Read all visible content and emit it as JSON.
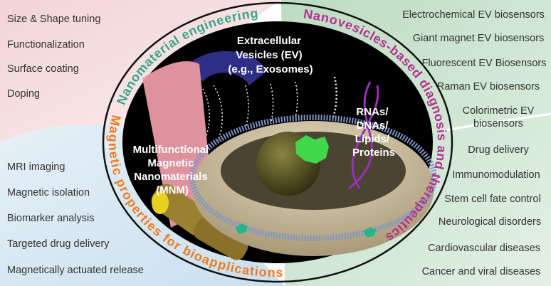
{
  "colors": {
    "nanomaterial_engineering": "#3aa58a",
    "nanovesicles_diagnosis": "#b4318f",
    "magnetic_properties": "#f07a20",
    "bg_pink": "#f5dcdc",
    "bg_blue": "#d3e6f2",
    "bg_green": "#c6e1cb"
  },
  "center": {
    "ev_label": [
      "Extracellular",
      "Vesicles (EV)",
      "(e.g., Exosomes)"
    ],
    "cargo_label": [
      "RNAs/",
      "DNAs/",
      "Lipids/",
      "Proteins"
    ],
    "mnm_label": [
      "Multifunctional",
      "Magnetic",
      "Nanomaterials",
      "(MNM)"
    ]
  },
  "ring": {
    "top": "Nanomaterial engineering",
    "right": "Nanovesicles-based diagnosis and therapeutics",
    "left": "Magnetic properties for bioapplications"
  },
  "left_top_items": [
    "Size & Shape tuning",
    "Functionalization",
    "Surface coating",
    "Doping"
  ],
  "left_bottom_items": [
    "MRI imaging",
    "Magnetic isolation",
    "Biomarker analysis",
    "Targeted drug delivery",
    "Magnetically actuated release"
  ],
  "right_top_items": [
    "Electrochemical EV biosensors",
    "Giant magnet EV biosensors",
    "Fluorescent EV Biosensors",
    "Raman EV biosensors",
    "Colorimetric EV",
    "biosensors"
  ],
  "right_bottom_items": [
    "Drug delivery",
    "Immunomodulation",
    "Stem cell fate control",
    "Neurological disorders",
    "Cardiovascular diseases",
    "Cancer and viral diseases"
  ]
}
